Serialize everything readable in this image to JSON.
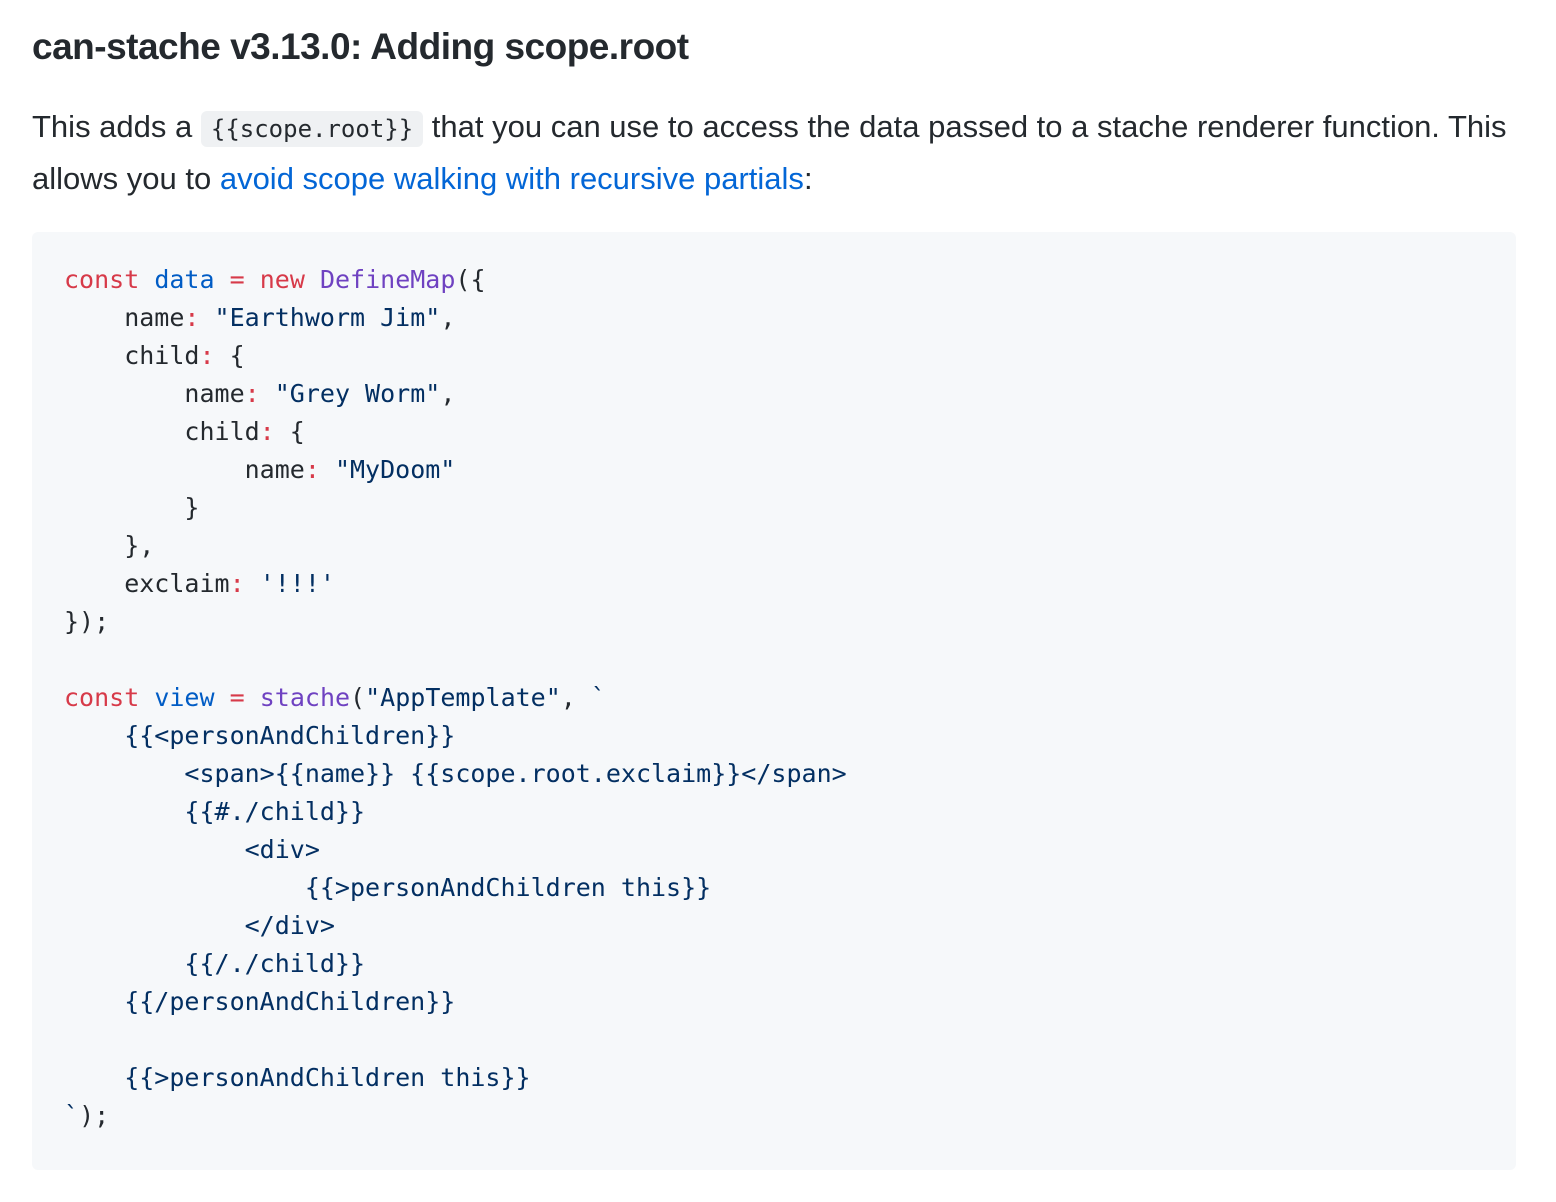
{
  "heading": "can-stache v3.13.0: Adding scope.root",
  "intro": {
    "text_before_code": "This adds a ",
    "inline_code": "{{scope.root}}",
    "text_after_code": " that you can use to access the data passed to a stache renderer function. This allows you to ",
    "link_text": "avoid scope walking with recursive partials",
    "text_end": ":"
  },
  "code_lines": [
    [
      {
        "t": "const",
        "c": "kw"
      },
      {
        "t": " "
      },
      {
        "t": "data",
        "c": "var"
      },
      {
        "t": " "
      },
      {
        "t": "=",
        "c": "kw"
      },
      {
        "t": " "
      },
      {
        "t": "new",
        "c": "kw"
      },
      {
        "t": " "
      },
      {
        "t": "DefineMap",
        "c": "fn"
      },
      {
        "t": "({"
      }
    ],
    [
      {
        "t": "    name"
      },
      {
        "t": ":",
        "c": "kw"
      },
      {
        "t": " "
      },
      {
        "t": "\"Earthworm Jim\"",
        "c": "str"
      },
      {
        "t": ","
      }
    ],
    [
      {
        "t": "    child"
      },
      {
        "t": ":",
        "c": "kw"
      },
      {
        "t": " {"
      }
    ],
    [
      {
        "t": "        name"
      },
      {
        "t": ":",
        "c": "kw"
      },
      {
        "t": " "
      },
      {
        "t": "\"Grey Worm\"",
        "c": "str"
      },
      {
        "t": ","
      }
    ],
    [
      {
        "t": "        child"
      },
      {
        "t": ":",
        "c": "kw"
      },
      {
        "t": " {"
      }
    ],
    [
      {
        "t": "            name"
      },
      {
        "t": ":",
        "c": "kw"
      },
      {
        "t": " "
      },
      {
        "t": "\"MyDoom\"",
        "c": "str"
      }
    ],
    [
      {
        "t": "        }"
      }
    ],
    [
      {
        "t": "    },"
      }
    ],
    [
      {
        "t": "    exclaim"
      },
      {
        "t": ":",
        "c": "kw"
      },
      {
        "t": " "
      },
      {
        "t": "'!!!'",
        "c": "str"
      }
    ],
    [
      {
        "t": "});"
      }
    ],
    [
      {
        "t": ""
      }
    ],
    [
      {
        "t": "const",
        "c": "kw"
      },
      {
        "t": " "
      },
      {
        "t": "view",
        "c": "var"
      },
      {
        "t": " "
      },
      {
        "t": "=",
        "c": "kw"
      },
      {
        "t": " "
      },
      {
        "t": "stache",
        "c": "fn"
      },
      {
        "t": "("
      },
      {
        "t": "\"AppTemplate\"",
        "c": "str"
      },
      {
        "t": ", "
      },
      {
        "t": "`",
        "c": "tpl"
      }
    ],
    [
      {
        "t": "    {{<personAndChildren}}",
        "c": "tpl"
      }
    ],
    [
      {
        "t": "        <span>{{name}} {{scope.root.exclaim}}</span>",
        "c": "tpl"
      }
    ],
    [
      {
        "t": "        {{#./child}}",
        "c": "tpl"
      }
    ],
    [
      {
        "t": "            <div>",
        "c": "tpl"
      }
    ],
    [
      {
        "t": "                {{>personAndChildren this}}",
        "c": "tpl"
      }
    ],
    [
      {
        "t": "            </div>",
        "c": "tpl"
      }
    ],
    [
      {
        "t": "        {{/./child}}",
        "c": "tpl"
      }
    ],
    [
      {
        "t": "    {{/personAndChildren}}",
        "c": "tpl"
      }
    ],
    [
      {
        "t": "",
        "c": "tpl"
      }
    ],
    [
      {
        "t": "    {{>personAndChildren this}}",
        "c": "tpl"
      }
    ],
    [
      {
        "t": "`",
        "c": "tpl"
      },
      {
        "t": ");"
      }
    ]
  ]
}
